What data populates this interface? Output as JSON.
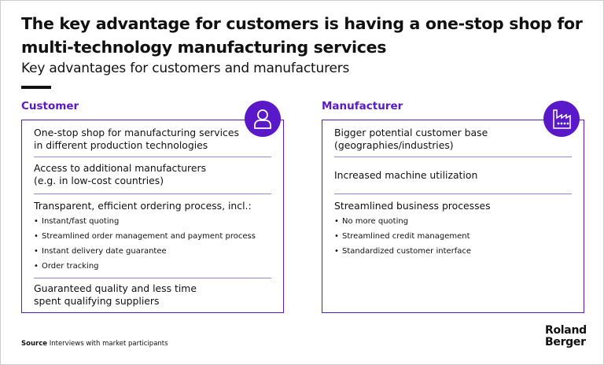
{
  "title": "The key advantage for customers is having a one-stop shop for multi-technology manufacturing services",
  "subtitle": "Key advantages for customers and manufacturers",
  "customer": {
    "label": "Customer",
    "icon": "person-icon",
    "items": [
      {
        "text": "One-stop shop for manufacturing services in different production technologies"
      },
      {
        "text": "Access to additional manufacturers",
        "note": "(e.g. in low-cost countries)"
      },
      {
        "text": "Transparent, efficient ordering process, incl.:",
        "bullets": [
          "Instant/fast quoting",
          "Streamlined order management and payment process",
          "Instant delivery date guarantee",
          "Order tracking"
        ]
      },
      {
        "text": "Guaranteed quality and less time spent qualifying suppliers"
      }
    ]
  },
  "manufacturer": {
    "label": "Manufacturer",
    "icon": "factory-icon",
    "items": [
      {
        "text": "Bigger potential customer base",
        "note": "(geographies/industries)"
      },
      {
        "text": "Increased machine utilization"
      },
      {
        "text": "Streamlined business processes",
        "bullets": [
          "No more quoting",
          "Streamlined credit management",
          "Standardized customer interface"
        ]
      }
    ]
  },
  "source": {
    "label": "Source",
    "text": "Interviews with market participants"
  },
  "logo": {
    "line1": "Roland",
    "line2": "Berger"
  },
  "colors": {
    "accent": "#5a19c8"
  }
}
